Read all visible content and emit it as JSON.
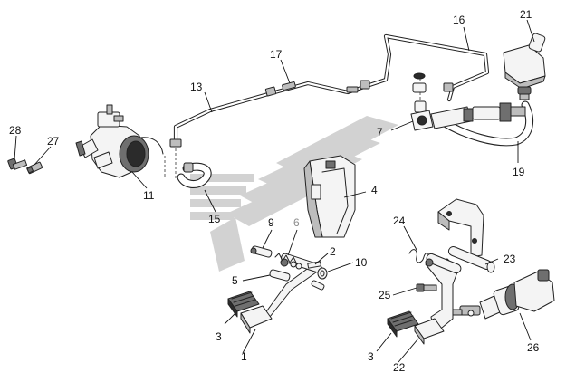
{
  "colors": {
    "background": "#ffffff",
    "line": "#222222",
    "watermark": "#cfcfcf"
  },
  "callouts": {
    "c1": "1",
    "c2": "2",
    "c3a": "3",
    "c3b": "3",
    "c4": "4",
    "c5": "5",
    "c6": "6",
    "c7": "7",
    "c9": "9",
    "c10": "10",
    "c11": "11",
    "c13": "13",
    "c15": "15",
    "c16": "16",
    "c17": "17",
    "c19": "19",
    "c21": "21",
    "c22": "22",
    "c23": "23",
    "c24": "24",
    "c25": "25",
    "c26": "26",
    "c27": "27",
    "c28": "28"
  }
}
